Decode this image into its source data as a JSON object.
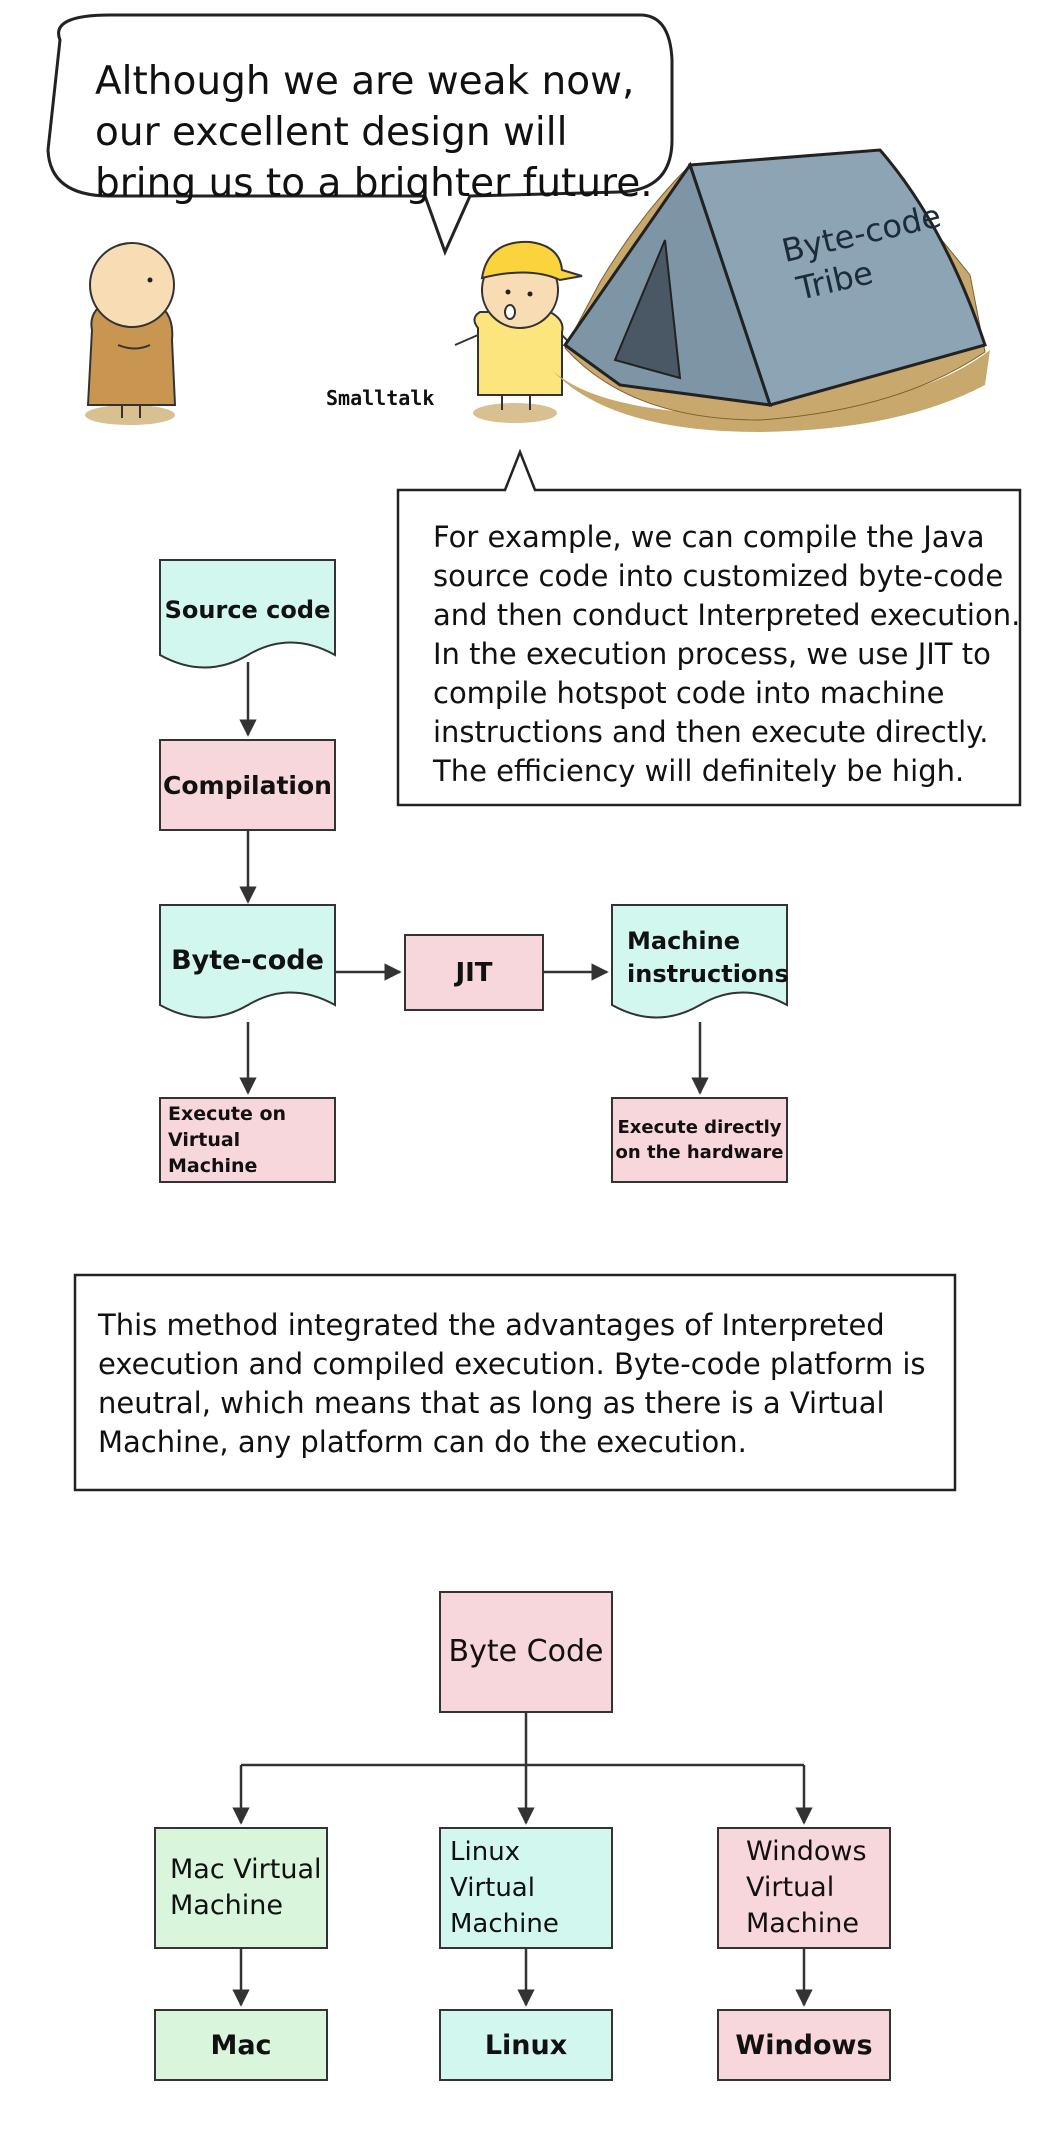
{
  "comic": {
    "speech_bubble": "Although we are weak now, our excellent design will bring us to a brighter future.",
    "character_label": "Smalltalk",
    "tent_label_line1": "Byte-code",
    "tent_label_line2": "Tribe"
  },
  "callout": {
    "text": "For example, we can compile the Java source code into customized byte-code and then conduct Interpreted execution. In the execution process, we use JIT to compile hotspot code into machine instructions and then execute directly. The efficiency will definitely be high."
  },
  "flow": {
    "source_code": "Source code",
    "compilation": "Compilation",
    "byte_code": "Byte-code",
    "jit": "JIT",
    "machine_instructions": "Machine instructions",
    "execute_vm": "Execute on Virtual Machine",
    "execute_hw": "Execute directly on the hardware"
  },
  "method_note": {
    "text": "This method integrated the advantages of Interpreted execution and compiled execution. Byte-code platform is neutral, which means that as long as there is a Virtual Machine, any platform can do the execution."
  },
  "tree": {
    "root": "Byte Code",
    "mac_vm": "Mac Virtual Machine",
    "linux_vm": "Linux Virtual Machine",
    "windows_vm": "Windows Virtual Machine",
    "mac": "Mac",
    "linux": "Linux",
    "windows": "Windows"
  },
  "colors": {
    "pink": "#f8d7dc",
    "cyan": "#d2f7ef",
    "green": "#d9f5dc",
    "tent": "#8ca4b4",
    "ground": "#c8a86c",
    "character_yellow": "#fbe57c",
    "character_brown": "#c89650"
  }
}
